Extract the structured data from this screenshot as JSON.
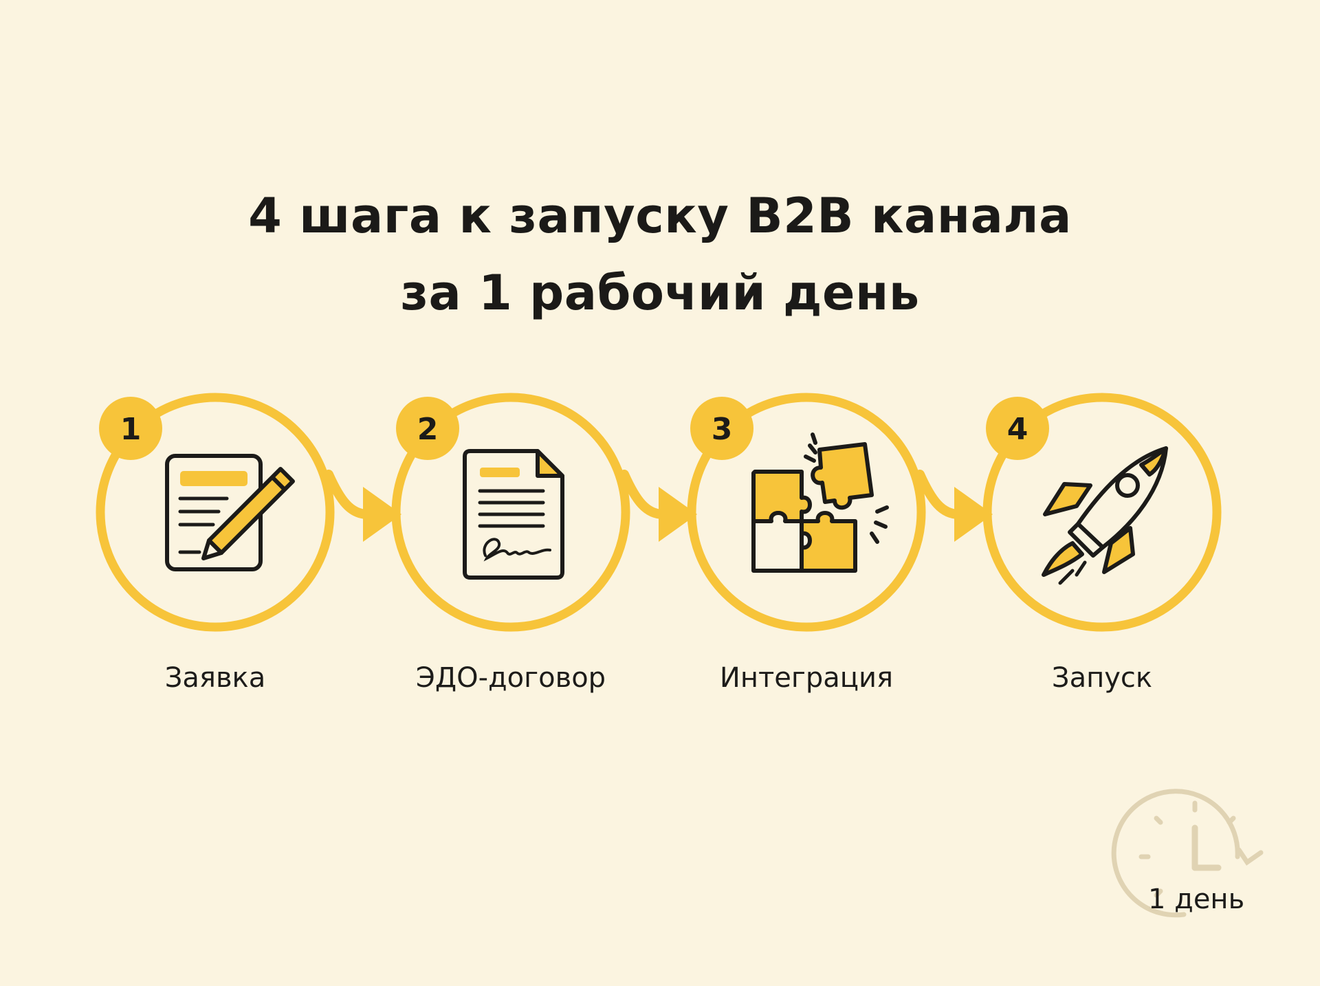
{
  "title": {
    "line1": "4 шага к запуску B2B канала",
    "line2": "за 1 рабочий день"
  },
  "steps": [
    {
      "number": "1",
      "label": "Заявка",
      "icon": "application-form-pencil-icon"
    },
    {
      "number": "2",
      "label": "ЭДО-договор",
      "icon": "signed-contract-document-icon"
    },
    {
      "number": "3",
      "label": "Интеграция",
      "icon": "puzzle-pieces-icon"
    },
    {
      "number": "4",
      "label": "Запуск",
      "icon": "rocket-icon"
    }
  ],
  "duration": {
    "label": "1 день",
    "icon": "clock-icon"
  },
  "colors": {
    "background": "#fbf4e0",
    "accent": "#f7c43a",
    "ink": "#1c1b19",
    "clock": "#e0d3b3"
  }
}
